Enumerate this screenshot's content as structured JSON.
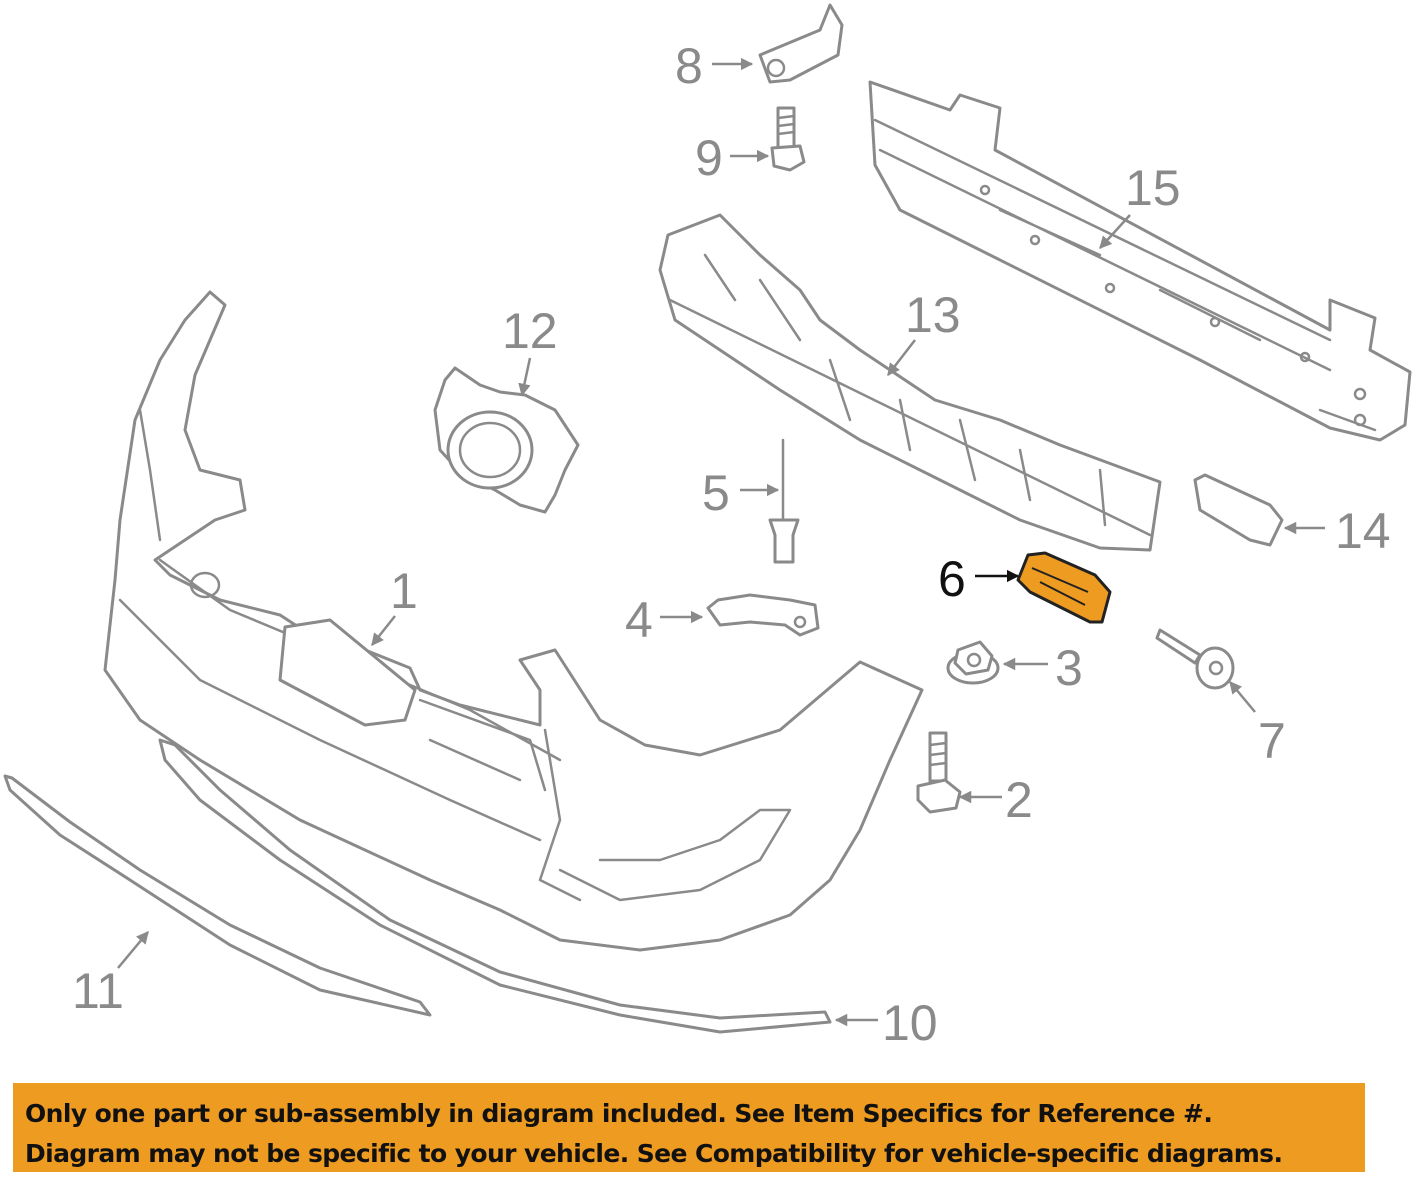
{
  "diagram": {
    "callouts": {
      "p1": "1",
      "p2": "2",
      "p3": "3",
      "p4": "4",
      "p5": "5",
      "p6": "6",
      "p7": "7",
      "p8": "8",
      "p9": "9",
      "p10": "10",
      "p11": "11",
      "p12": "12",
      "p13": "13",
      "p14": "14",
      "p15": "15"
    },
    "highlighted_part": "6",
    "colors": {
      "highlight": "#ee9b22",
      "line": "#8a8a8a",
      "notice_bg": "#ee9b22"
    }
  },
  "notice": {
    "line1": "Only one part or sub-assembly in diagram included. See Item Specifics for Reference #.",
    "line2": "Diagram may not be specific to your vehicle. See Compatibility for vehicle-specific diagrams."
  }
}
